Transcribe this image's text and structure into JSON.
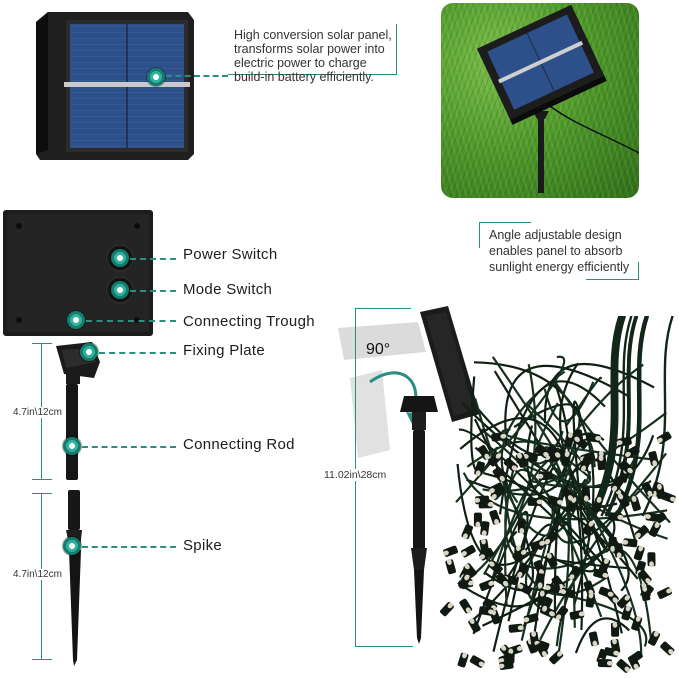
{
  "top_description": {
    "lines": [
      "High conversion solar panel,",
      "transforms solar power into",
      "electric power to charge",
      "build-in battery efficiently."
    ]
  },
  "angle_description": {
    "lines": [
      "Angle adjustable design",
      "enables panel to absorb",
      "sunlight energy efficiently"
    ]
  },
  "parts": {
    "power_switch": "Power Switch",
    "mode_switch": "Mode Switch",
    "connecting_trough": "Connecting Trough",
    "fixing_plate": "Fixing Plate",
    "connecting_rod": "Connecting Rod",
    "spike": "Spike"
  },
  "dimensions": {
    "rod_length": "4.7in\\12cm",
    "spike_length": "4.7in\\12cm",
    "total_height": "11.02in\\28cm",
    "rotation_angle": "90°"
  },
  "colors": {
    "accent": "#2a8f80",
    "panel_blue": "#2d4f8a",
    "housing": "#1b1b1b",
    "grass": "#4f9a2a"
  }
}
